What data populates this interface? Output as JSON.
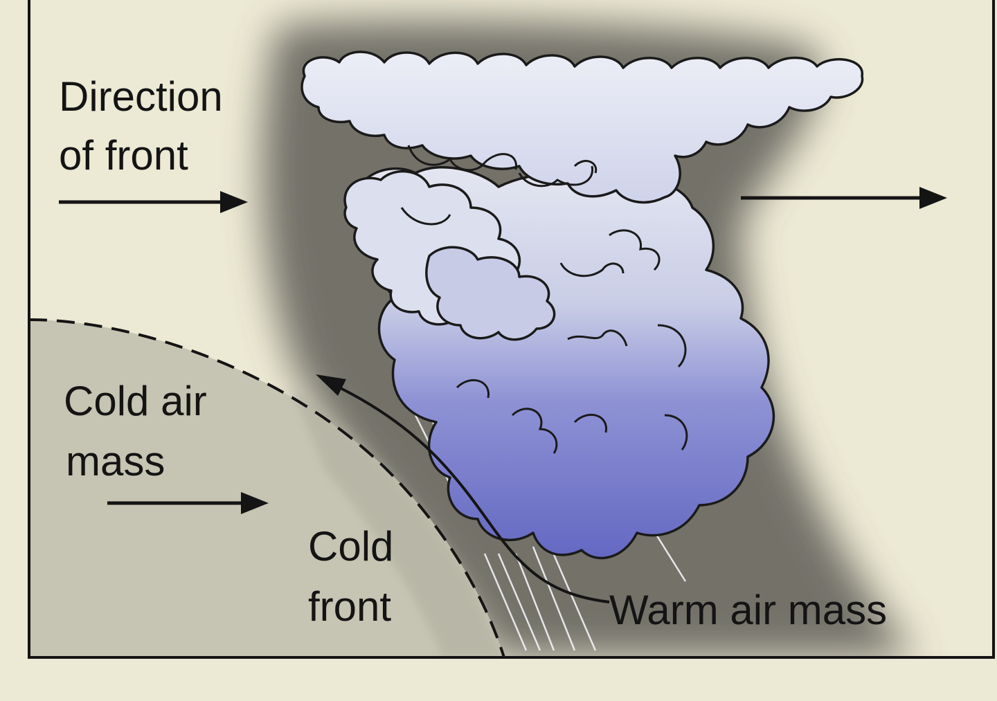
{
  "labels": {
    "direction_line1": "Direction",
    "direction_line2": "of front",
    "cold_air_line1": "Cold air",
    "cold_air_line2": "mass",
    "cold_front_line1": "Cold",
    "cold_front_line2": "front",
    "warm_air": "Warm air mass"
  },
  "colors": {
    "paper": "#ece9d4",
    "cold_air": "#c7c5b4",
    "shadow": "#6f6e67",
    "cloud_top": "#dfe2ef",
    "cloud_bottom": "#6f73c8",
    "ink": "#141414"
  }
}
